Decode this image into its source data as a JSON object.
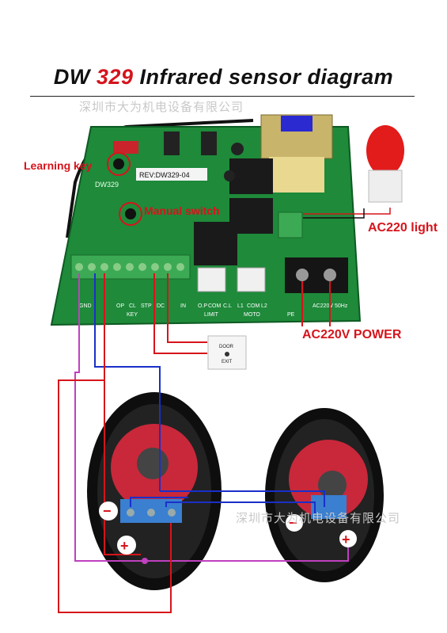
{
  "title": {
    "prefix": "DW",
    "number": "329",
    "suffix": "Infrared sensor diagram"
  },
  "watermark_text": "深圳市大为机电设备有限公司",
  "labels": {
    "learning_key": "Learning key",
    "manual_switch": "Manual switch",
    "ac220_light": "AC220 light",
    "ac220v_power": "AC220V  POWER"
  },
  "board": {
    "model_sticker": "REV:DW329-04",
    "series_mark": "DW329",
    "terminal_labels": [
      "GND",
      "OP",
      "CL",
      "STP",
      "DC",
      "IN",
      "O.P",
      "COM",
      "C.L",
      "L1",
      "COM",
      "L2"
    ],
    "key_label": "KEY",
    "limit_label": "LIMIT",
    "moto_label": "MOTO",
    "pe_label": "PE",
    "power_block_label": "AC220V 50Hz"
  },
  "exit_button": {
    "line1": "DOOR",
    "line2": "EXIT"
  },
  "sensor_marks": {
    "minus": "−",
    "plus": "+"
  },
  "colors": {
    "red": "#d7141b",
    "blue": "#1a2fc9",
    "magenta": "#c040c0",
    "pcb_green": "#1e8a3a",
    "terminal_green": "#3caa55"
  }
}
